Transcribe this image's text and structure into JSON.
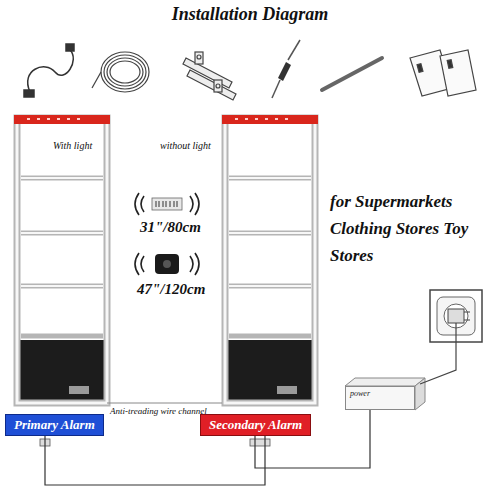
{
  "diagram": {
    "title": "Installation Diagram",
    "nodes": [
      {
        "text": [
          "Primary Alarm"
        ]
      },
      {
        "text": [
          "Secondary Alarm"
        ]
      },
      {
        "text": [
          "power"
        ]
      }
    ],
    "edges": [
      {
        "from": 0,
        "to": 1,
        "arrow": "none"
      },
      {
        "from": 1,
        "to": 2,
        "arrow": "none"
      }
    ],
    "labels": [
      "With light",
      "without light",
      "31\"/80cm",
      "47\"/120cm",
      "for Supermarkets Clothing Stores Toy Stores",
      "Anti-treading wire channel"
    ]
  }
}
